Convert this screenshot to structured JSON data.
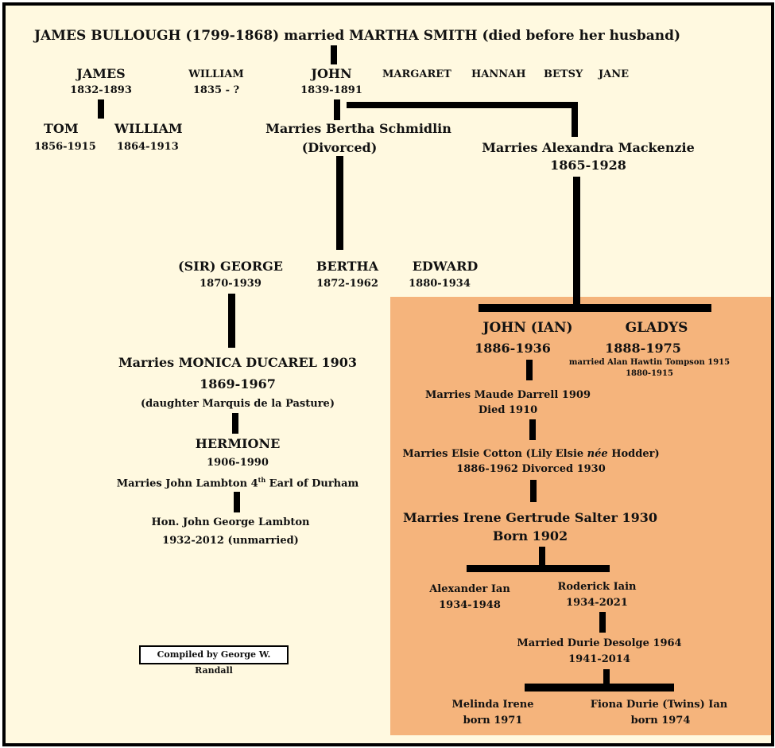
{
  "header": {
    "line": "JAMES BULLOUGH (1799-1868) married MARTHA SMITH (died before her husband)"
  },
  "gen1": {
    "james": {
      "name": "JAMES",
      "dates": "1832-1893"
    },
    "william": {
      "name": "WILLIAM",
      "dates": "1835 - ?"
    },
    "john": {
      "name": "JOHN",
      "dates": "1839-1891"
    },
    "margaret": "MARGARET",
    "hannah": "HANNAH",
    "betsy": "BETSY",
    "jane": "JANE"
  },
  "gen2_james": {
    "tom": {
      "name": "TOM",
      "dates": "1856-1915"
    },
    "william": {
      "name": "WILLIAM",
      "dates": "1864-1913"
    }
  },
  "john_marriages": {
    "first": {
      "line1": "Marries Bertha Schmidlin",
      "line2": "(Divorced)"
    },
    "second": {
      "line1": "Marries Alexandra Mackenzie",
      "line2": "1865-1928"
    }
  },
  "children_first": {
    "george": {
      "name": "(SIR) GEORGE",
      "dates": "1870-1939"
    },
    "bertha": {
      "name": "BERTHA",
      "dates": "1872-1962"
    },
    "edward": {
      "name": "EDWARD",
      "dates": "1880-1934"
    }
  },
  "george_line": {
    "marriage": "Marries MONICA DUCAREL 1903",
    "dates": "1869-1967",
    "note": "(daughter Marquis de la Pasture)",
    "hermione": {
      "name": "HERMIONE",
      "dates": "1906-1990"
    },
    "hermione_marriage": {
      "pre": "Marries John Lambton 4",
      "sup": "th",
      "post": " Earl of Durham"
    },
    "grandson": {
      "name": "Hon. John George Lambton",
      "dates": "1932-2012 (unmarried)"
    }
  },
  "children_second": {
    "ian": {
      "name": "JOHN (IAN)",
      "dates": "1886-1936"
    },
    "gladys": {
      "name": "GLADYS",
      "dates": "1888-1975",
      "married": "married  Alan Hawtin Tompson 1915",
      "spouse_dates": "1880-1915"
    }
  },
  "ian_line": {
    "m1": {
      "line1": "Marries Maude Darrell 1909",
      "line2": "Died 1910"
    },
    "m2": {
      "pre": "Marries Elsie Cotton (Lily Elsie ",
      "italic": "née",
      "post": " Hodder)",
      "line2": "1886-1962 Divorced 1930"
    },
    "m3": {
      "line1": "Marries Irene Gertrude Salter 1930",
      "line2": "Born 1902"
    },
    "alexander": {
      "name": "Alexander Ian",
      "dates": "1934-1948"
    },
    "roderick": {
      "name": "Roderick Iain",
      "dates": "1934-2021"
    },
    "roderick_marriage": {
      "line1": "Married Durie Desolge 1964",
      "line2": "1941-2014"
    },
    "melinda": {
      "name": "Melinda Irene",
      "dates": "born 1971"
    },
    "fiona": {
      "name": "Fiona Durie  (Twins)  Ian",
      "dates": "born 1974"
    }
  },
  "credit": "Compiled by George W. Randall"
}
